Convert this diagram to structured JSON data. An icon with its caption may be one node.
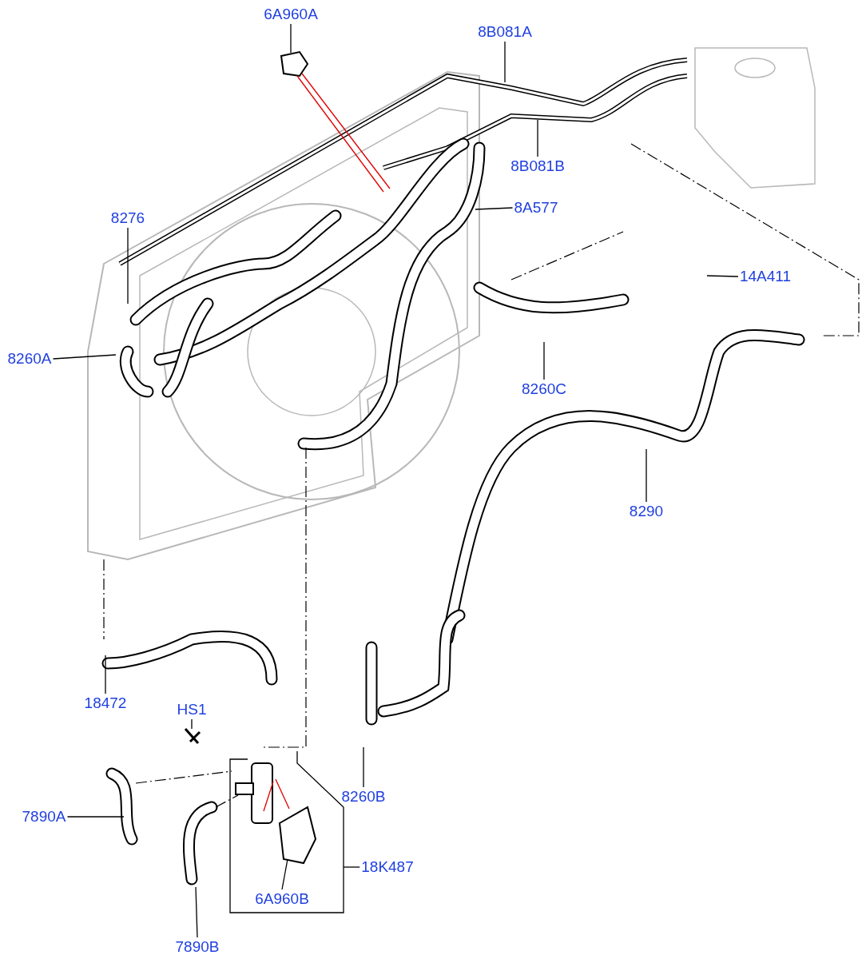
{
  "diagram": {
    "nodes": [
      {
        "text": [
          "6A960A"
        ]
      },
      {
        "text": [
          "8B081A"
        ]
      },
      {
        "text": [
          "8B081B"
        ]
      },
      {
        "text": [
          "8A577"
        ]
      },
      {
        "text": [
          "8276"
        ]
      },
      {
        "text": [
          "14A411"
        ]
      },
      {
        "text": [
          "8260A"
        ]
      },
      {
        "text": [
          "8260C"
        ]
      },
      {
        "text": [
          "8290"
        ]
      },
      {
        "text": [
          "18472"
        ]
      },
      {
        "text": [
          "HS1"
        ]
      },
      {
        "text": [
          "8260B"
        ]
      },
      {
        "text": [
          "7890A"
        ]
      },
      {
        "text": [
          "18K487"
        ]
      },
      {
        "text": [
          "6A960B"
        ]
      },
      {
        "text": [
          "7890B"
        ]
      }
    ],
    "edges": [
      {
        "from": 0,
        "to": null,
        "arrow": "none"
      },
      {
        "from": 1,
        "to": null,
        "arrow": "none"
      },
      {
        "from": 2,
        "to": null,
        "arrow": "none"
      },
      {
        "from": 3,
        "to": null,
        "arrow": "none"
      },
      {
        "from": 4,
        "to": null,
        "arrow": "none"
      },
      {
        "from": 5,
        "to": null,
        "arrow": "none"
      },
      {
        "from": 6,
        "to": null,
        "arrow": "none"
      },
      {
        "from": 7,
        "to": null,
        "arrow": "none"
      },
      {
        "from": 8,
        "to": null,
        "arrow": "none"
      },
      {
        "from": 9,
        "to": null,
        "arrow": "none"
      },
      {
        "from": 10,
        "to": null,
        "arrow": "none"
      },
      {
        "from": 11,
        "to": null,
        "arrow": "none"
      },
      {
        "from": 12,
        "to": null,
        "arrow": "none"
      },
      {
        "from": 13,
        "to": null,
        "arrow": "none"
      },
      {
        "from": 14,
        "to": null,
        "arrow": "none"
      },
      {
        "from": 15,
        "to": null,
        "arrow": "none"
      }
    ]
  }
}
